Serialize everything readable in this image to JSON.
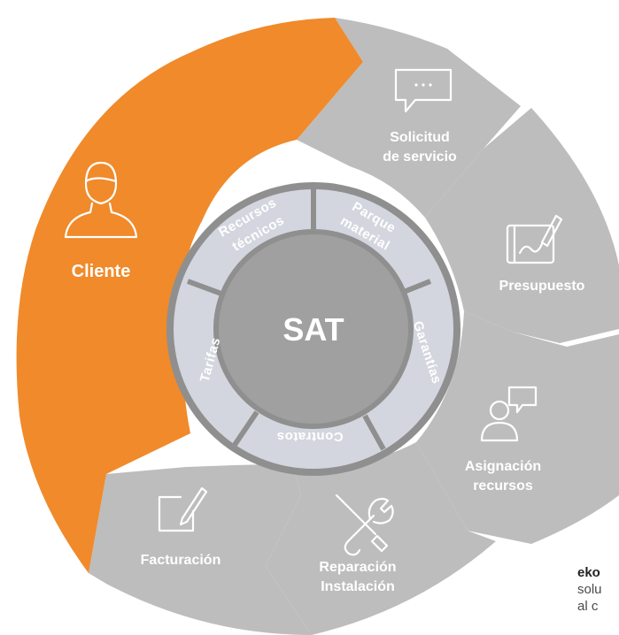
{
  "center": {
    "label": "SAT"
  },
  "outer": {
    "cliente": "Cliente",
    "solicitud_line1": "Solicitud",
    "solicitud_line2": "de servicio",
    "presupuesto": "Presupuesto",
    "asignacion_line1": "Asignación",
    "asignacion_line2": "recursos",
    "reparacion_line1": "Reparación",
    "reparacion_line2": "Instalación",
    "facturacion": "Facturación"
  },
  "inner": {
    "recursos": "Recursos",
    "tecnicos": "técnicos",
    "parque": "Parque",
    "material": "material",
    "garantias": "Garantías",
    "contratos": "Contratos",
    "tarifas": "Tarifas"
  },
  "footer": {
    "brand": "eko",
    "line2": "solu",
    "line3": "al c"
  },
  "colors": {
    "accent": "#f08a2b",
    "segment": "#bdbdbd",
    "inner_ring": "#d3d6de",
    "center": "#a0a0a0",
    "border": "#8f8f8f"
  },
  "icons": [
    "chat-bubble-icon",
    "user-icon",
    "tablet-pen-icon",
    "person-chat-icon",
    "tools-icon",
    "document-pen-icon"
  ]
}
